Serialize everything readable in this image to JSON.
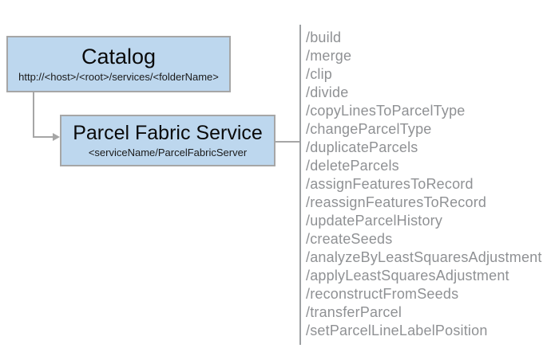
{
  "catalog": {
    "title": "Catalog",
    "subtitle": "http://<host>/<root>/services/<folderName>"
  },
  "service": {
    "title": "Parcel Fabric Service",
    "subtitle": "<serviceName/ParcelFabricServer"
  },
  "endpoints": [
    "/build",
    "/merge",
    "/clip",
    "/divide",
    "/copyLinesToParcelType",
    "/changeParcelType",
    "/duplicateParcels",
    "/deleteParcels",
    "/assignFeaturesToRecord",
    "/reassignFeaturesToRecord",
    "/updateParcelHistory",
    "/createSeeds",
    "/analyzeByLeastSquaresAdjustment",
    "/applyLeastSquaresAdjustment",
    "/reconstructFromSeeds",
    "/transferParcel",
    "/setParcelLineLabelPosition"
  ],
  "colors": {
    "node_fill": "#bdd7ee",
    "node_border": "#a6a6a6",
    "connector": "#a6a6a6",
    "divider": "#9da0a3",
    "endpoint_text": "#8f9194",
    "title_text": "#0a0a0a"
  }
}
